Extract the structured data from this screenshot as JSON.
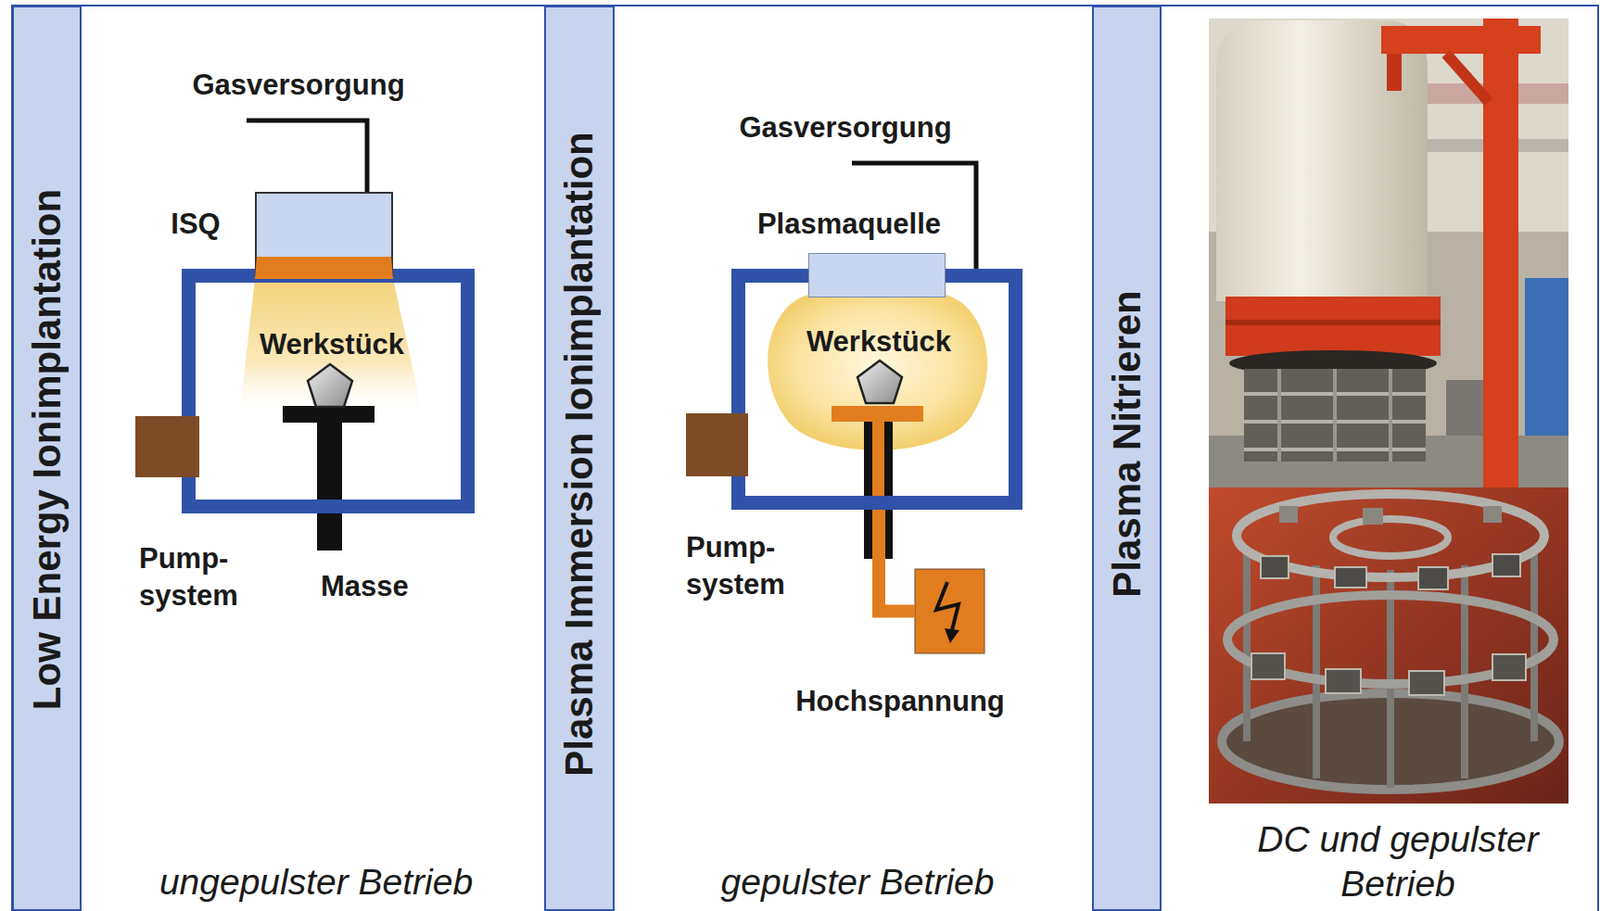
{
  "diagram": {
    "nodes": [
      {
        "text": [
          "Low Energy Ionimplantation"
        ]
      },
      {
        "text": [
          "ISQ"
        ]
      },
      {
        "text": [
          "Werkstück"
        ]
      },
      {
        "text": [
          "Pump- system"
        ]
      },
      {
        "text": [
          "Plasma Immersion Ionimplantation"
        ]
      },
      {
        "text": [
          "Plasmaquelle"
        ]
      },
      {
        "text": [
          "Werkstück"
        ]
      },
      {
        "text": [
          "Pump- system"
        ]
      },
      {
        "text": [
          "Hochspannung"
        ]
      },
      {
        "text": [
          "Plasma Nitrieren"
        ]
      }
    ],
    "edges": [
      {
        "from": 8,
        "to": 6,
        "arrow": "none"
      }
    ],
    "labels": [
      "Gasversorgung",
      "Gasversorgung",
      "Masse",
      "ungepulster Betrieb",
      "gepulster Betrieb",
      "DC und gepulster Betrieb"
    ]
  }
}
